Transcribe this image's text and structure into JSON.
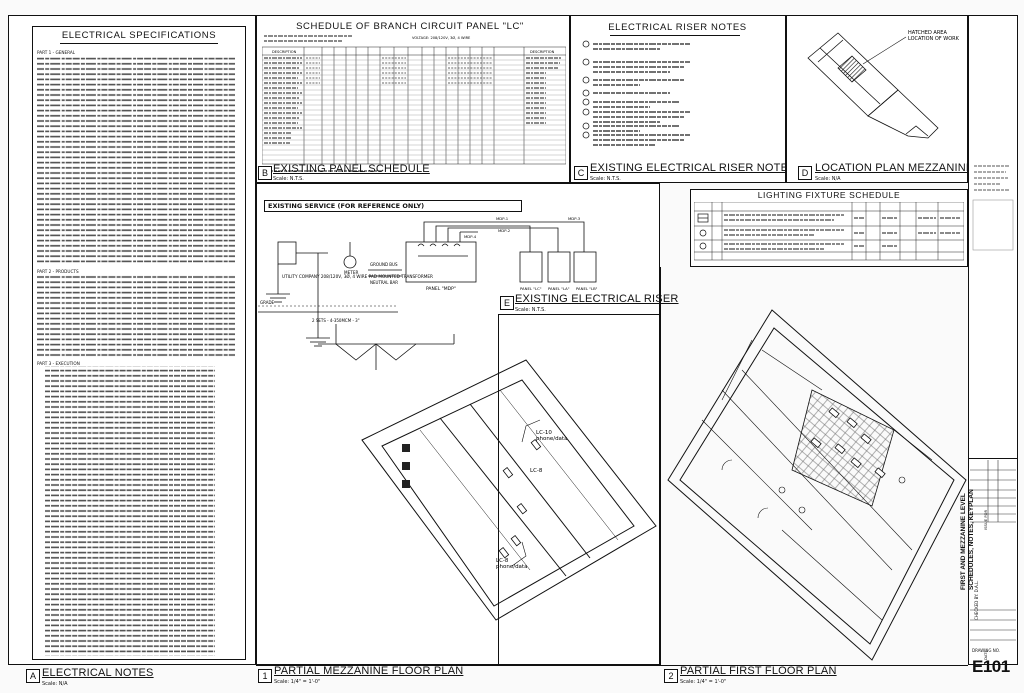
{
  "specs": {
    "heading": "ELECTRICAL SPECIFICATIONS",
    "part1": "PART 1 - GENERAL",
    "part2": "PART 2 - PRODUCTS",
    "part3": "PART 3 - EXECUTION"
  },
  "panel": {
    "heading": "SCHEDULE OF BRANCH CIRCUIT PANEL \"LC\"",
    "voltage": "VOLTAGE: 208/120V, 3Ø, 4 WIRE",
    "col_description": "DESCRIPTION",
    "col_description2": "DESCRIPTION",
    "note": "* - PROVIDE CIRCUIT FROM SPARE BREAKERS IN EXISTING CIRCUIT BY BLDG"
  },
  "riser_notes": {
    "heading": "ELECTRICAL RISER NOTES"
  },
  "location": {
    "hatch_note_1": "HATCHED AREA",
    "hatch_note_2": "LOCATION OF WORK"
  },
  "lighting": {
    "heading": "LIGHTING FIXTURE SCHEDULE"
  },
  "service": {
    "label": "EXISTING SERVICE (FOR REFERENCE ONLY)",
    "utility": "UTILITY COMPANY 208/120V, 3Ø, 4 WIRE PAD MOUNTED TRANSFORMER",
    "meter": "METER",
    "panel": "PANEL \"MDP\"",
    "ground": "GROUND BUS",
    "neutral": "NEUTRAL BAR",
    "sets": "2 SETS - 4-350MCM - 3\"",
    "grade": "GRADE",
    "mdp1": "MDP-1",
    "mdp2": "MDP-2",
    "mdp3": "MDP-3",
    "mdp4": "MDP-4",
    "lc": "PANEL \"LC\"",
    "la": "PANEL \"LA\"",
    "lb": "PANEL \"LB\""
  },
  "mezz": {
    "lc10": "LC-10",
    "phone": "phone/data",
    "lc8": "LC-8",
    "lc8b": "LC-8",
    "phone2": "phone/data"
  },
  "titles": {
    "b_title": "EXISTING PANEL SCHEDULE",
    "b_scale": "Scale: N.T.S.",
    "c_title": "EXISTING ELECTRICAL RISER NOTES",
    "c_scale": "Scale: N.T.S.",
    "d_title": "LOCATION PLAN MEZZANINE LEVEL",
    "d_scale": "Scale: N/A",
    "e_title": "EXISTING ELECTRICAL RISER",
    "e_scale": "Scale: N.T.S.",
    "a_title": "ELECTRICAL NOTES",
    "a_scale": "Scale: N/A",
    "p1_title": "PARTIAL MEZZANINE FLOOR PLAN",
    "p1_scale": "Scale: 1/4\" = 1'-0\"",
    "p2_title": "PARTIAL FIRST FLOOR PLAN",
    "p2_scale": "Scale: 1/4\" = 1'-0\""
  },
  "letters": {
    "a": "A",
    "b": "B",
    "c": "C",
    "d": "D",
    "e": "E",
    "one": "1",
    "two": "2"
  },
  "titleblock": {
    "sheet_title": "FIRST AND MEZZANINE LEVEL SCHEDULES, NOTES, KEYPLAN",
    "drawing_no_label": "DRAWING NO.",
    "sheet_number": "E101",
    "checked": "CHECKED BY: D.A.L.",
    "date": "DATE",
    "issue": "ISSUE FOR"
  }
}
